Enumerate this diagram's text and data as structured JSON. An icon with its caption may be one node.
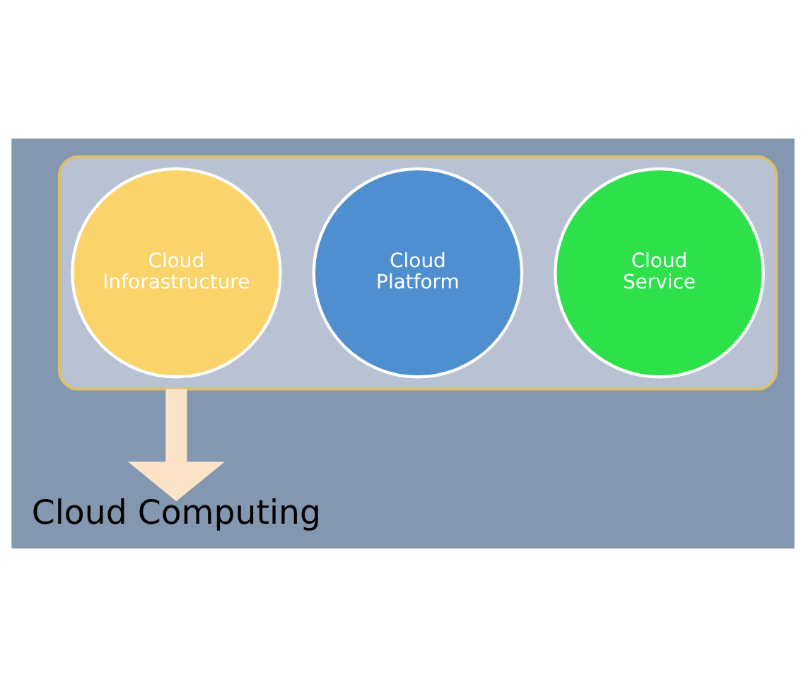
{
  "diagram": {
    "nodes": [
      {
        "text": [],
        "shape": "funnel"
      },
      {
        "text": [
          "Cloud Service"
        ],
        "in": 0
      },
      {
        "text": [
          "Cloud Platform"
        ],
        "in": 0
      },
      {
        "text": [
          "Cloud Inforastructure"
        ],
        "in": 0
      },
      {
        "text": [
          "Cloud Computing"
        ]
      }
    ],
    "edges": [
      {
        "from": 0,
        "to": 4,
        "arrow": "to",
        "color": "#fde4c8"
      }
    ]
  }
}
